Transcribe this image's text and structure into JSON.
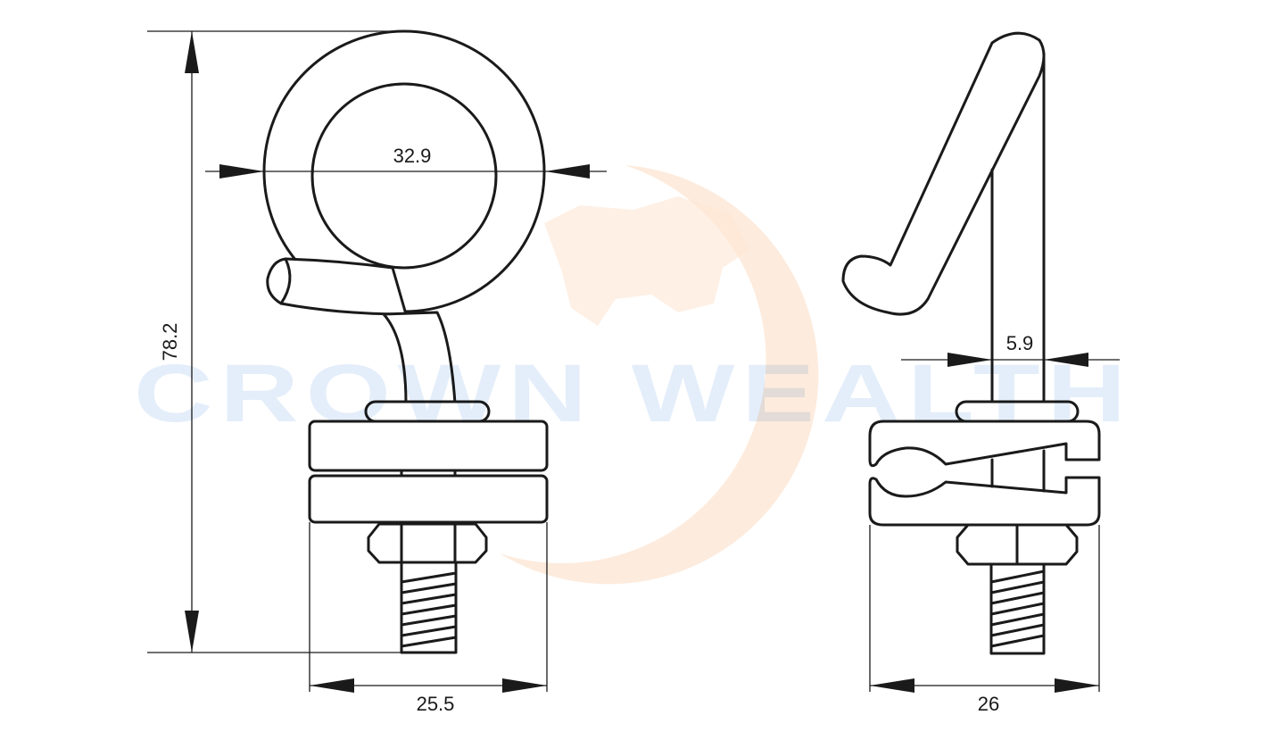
{
  "watermark": {
    "text": "CROWN WEALTH",
    "text_color": "#e4eefa",
    "globe_color": "#fde3cf"
  },
  "front_view": {
    "height_label": "78.2",
    "ring_diameter_label": "32.9",
    "width_label": "25.5"
  },
  "side_view": {
    "rod_diameter_label": "5.9",
    "width_label": "26"
  }
}
